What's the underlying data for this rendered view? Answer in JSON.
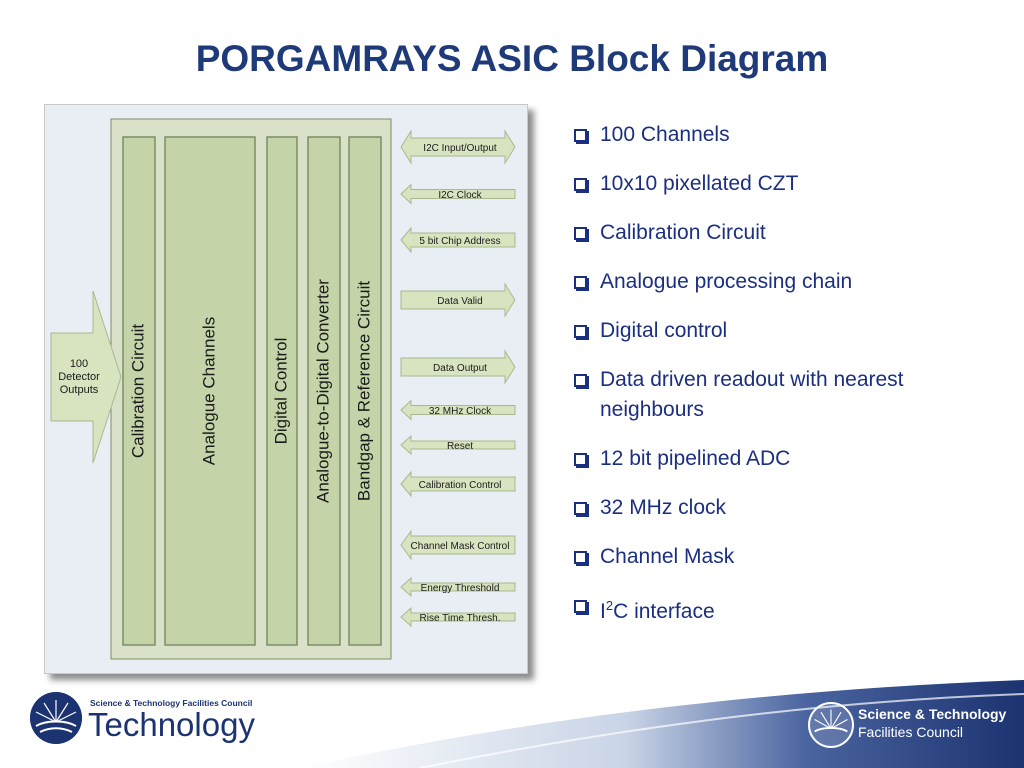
{
  "title": "PORGAMRAYS ASIC Block Diagram",
  "diagram": {
    "input_label_lines": [
      "100",
      "Detector",
      "Outputs"
    ],
    "blocks": [
      "Calibration Circuit",
      "Analogue Channels",
      "Digital Control",
      "Analogue-to-Digital Converter",
      "Bandgap & Reference Circuit"
    ],
    "signals": [
      {
        "label": "I2C Input/Output",
        "direction": "both"
      },
      {
        "label": "I2C Clock",
        "direction": "in"
      },
      {
        "label": "5 bit Chip Address",
        "direction": "in"
      },
      {
        "label": "Data Valid",
        "direction": "out"
      },
      {
        "label": "Data Output",
        "direction": "out"
      },
      {
        "label": "32 MHz Clock",
        "direction": "in"
      },
      {
        "label": "Reset",
        "direction": "in"
      },
      {
        "label": "Calibration Control",
        "direction": "in"
      },
      {
        "label": "Channel Mask Control",
        "direction": "in"
      },
      {
        "label": "Energy Threshold",
        "direction": "in"
      },
      {
        "label": "Rise Time Thresh.",
        "direction": "in"
      }
    ],
    "colors": {
      "block_fill": "#c5d4a8",
      "block_stroke": "#7d8c66",
      "arrow_fill": "#d8e4c0",
      "background": "#e8eef4"
    }
  },
  "bullets": [
    "100 Channels",
    "10x10 pixellated CZT",
    "Calibration Circuit",
    "Analogue processing chain",
    "Digital control",
    "Data driven readout with nearest neighbours",
    "12 bit pipelined ADC",
    "32 MHz clock",
    "Channel Mask"
  ],
  "i2c_bullet": {
    "prefix": "I",
    "sup": "2",
    "suffix": "C interface"
  },
  "footer": {
    "left_small": "Science & Technology Facilities Council",
    "left_big": "Technology",
    "right_line1": "Science & Technology",
    "right_line2": "Facilities Council"
  },
  "colors": {
    "title": "#1f3a78",
    "text": "#1b2f80",
    "footer_blue": "#1b3370"
  }
}
